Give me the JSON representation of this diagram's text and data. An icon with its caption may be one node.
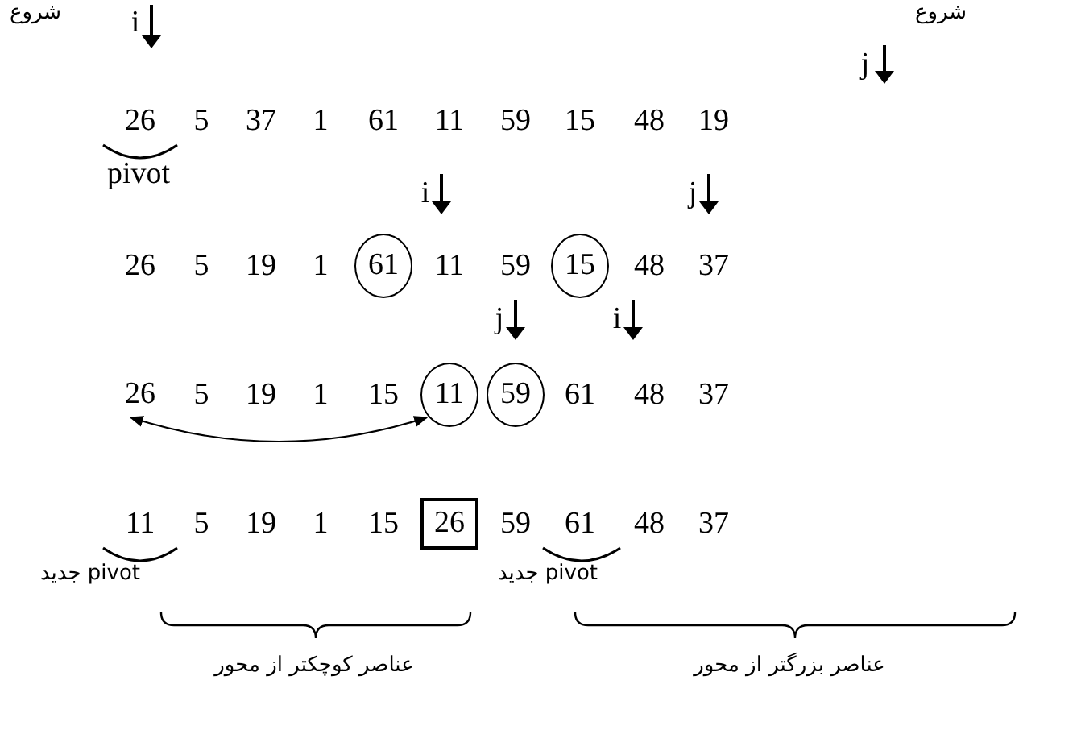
{
  "diagram": {
    "nodes": [
      {
        "text": [
          "61"
        ]
      },
      {
        "text": [
          "15"
        ]
      },
      {
        "text": [
          "26"
        ]
      },
      {
        "text": [
          "11"
        ]
      },
      {
        "text": [
          "59"
        ]
      },
      {
        "text": [
          "26"
        ]
      }
    ],
    "edges": [
      {
        "from": 2,
        "to": 3,
        "arrow": "both"
      }
    ],
    "labels": [
      "شروع",
      "i",
      "شروع",
      "j",
      "26",
      "5",
      "37",
      "1",
      "61",
      "11",
      "59",
      "15",
      "48",
      "19",
      "pivot",
      "i",
      "j",
      "26",
      "5",
      "19",
      "1",
      "11",
      "59",
      "48",
      "37",
      "j",
      "i",
      "5",
      "19",
      "1",
      "15",
      "61",
      "48",
      "37",
      "11",
      "5",
      "19",
      "1",
      "15",
      "59",
      "61",
      "48",
      "37",
      "pivot جدید",
      "pivot جدید",
      "عناصر کوچکتر از محور",
      "عناصر بزرگتر از محور"
    ]
  }
}
